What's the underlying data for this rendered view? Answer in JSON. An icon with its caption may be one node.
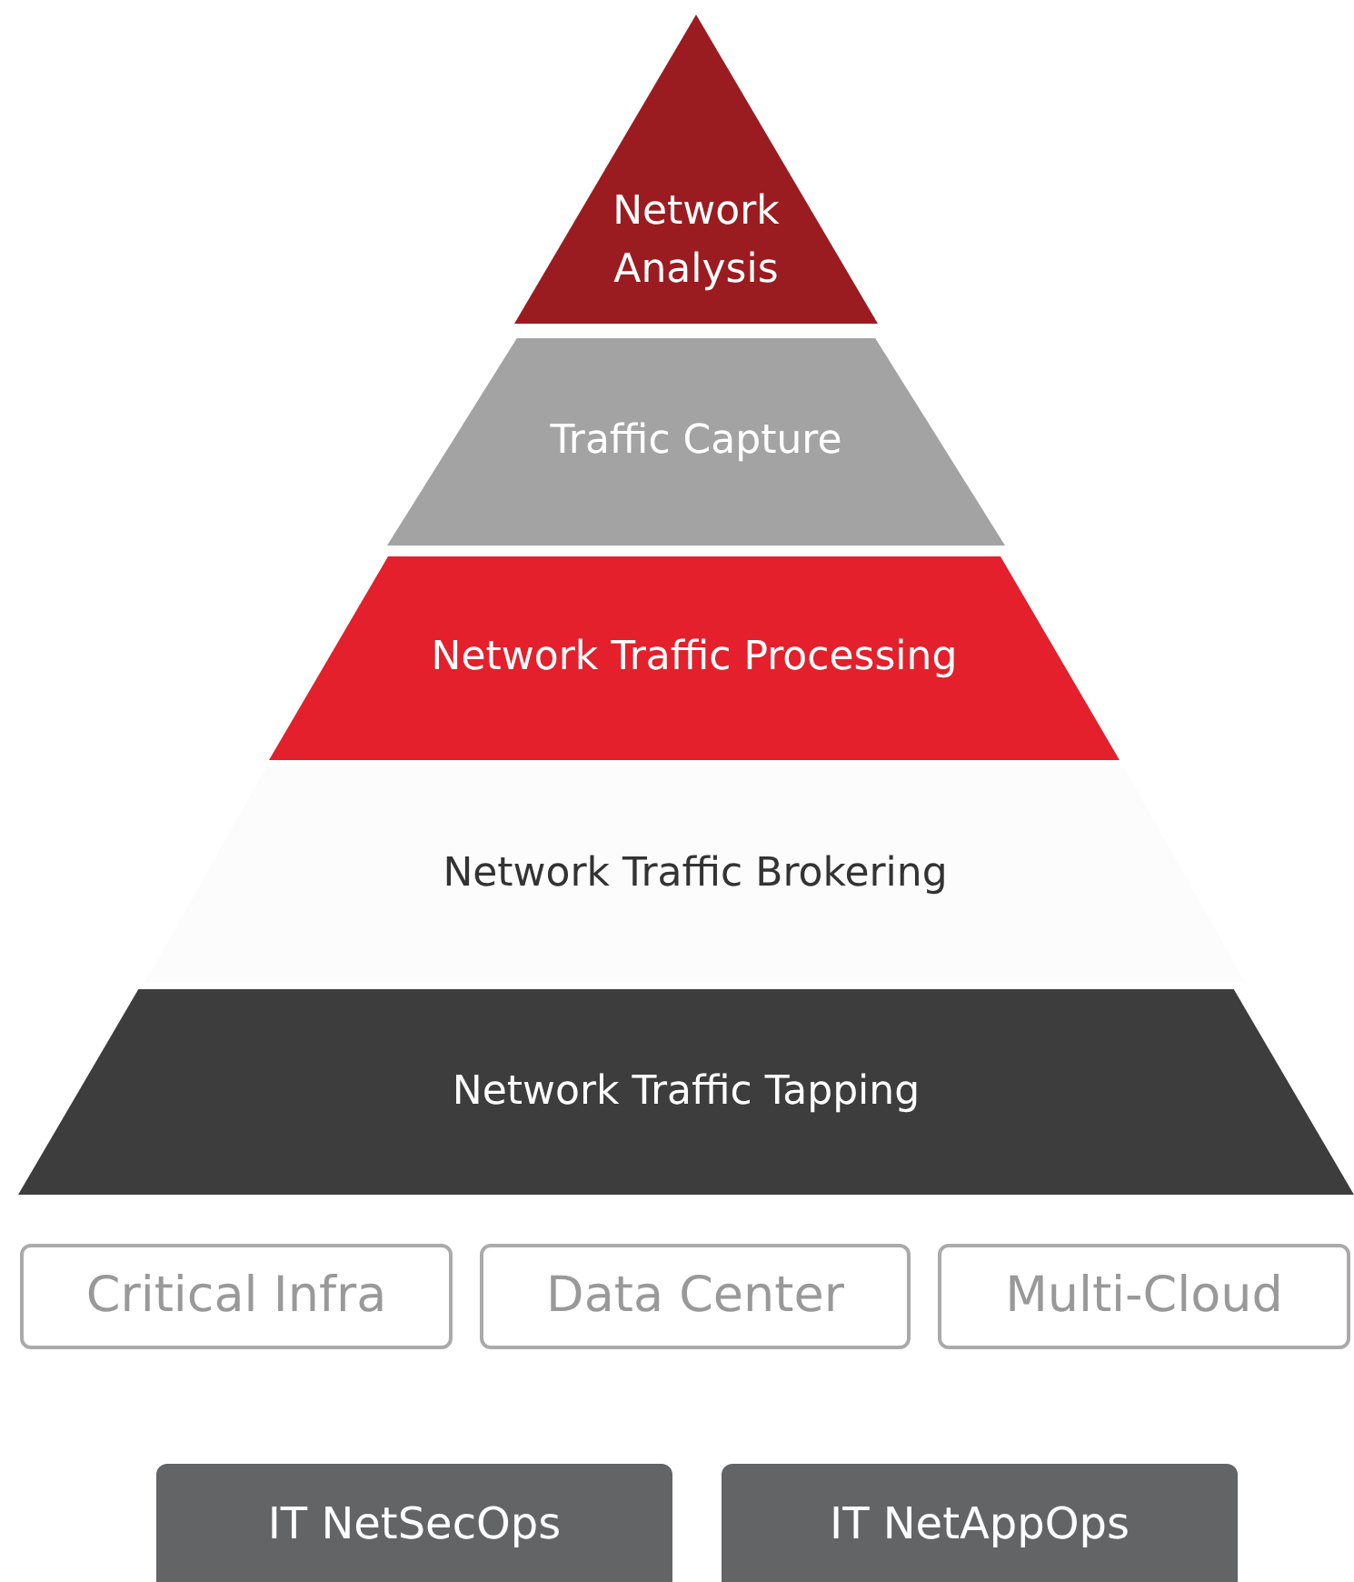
{
  "diagram": {
    "nodes": [
      {
        "text": [
          "Network Analysis"
        ]
      },
      {
        "text": [
          "Traffic Capture"
        ]
      },
      {
        "text": [
          "Network Traffic Processing"
        ]
      },
      {
        "text": [
          "Network Traffic Brokering"
        ]
      },
      {
        "text": [
          "Network Traffic Tapping"
        ]
      },
      {
        "text": [
          "Critical Infra"
        ]
      },
      {
        "text": [
          "Data Center"
        ]
      },
      {
        "text": [
          "Multi-Cloud"
        ]
      },
      {
        "text": [
          "IT NetSecOps"
        ]
      },
      {
        "text": [
          "IT NetAppOps"
        ]
      }
    ]
  }
}
